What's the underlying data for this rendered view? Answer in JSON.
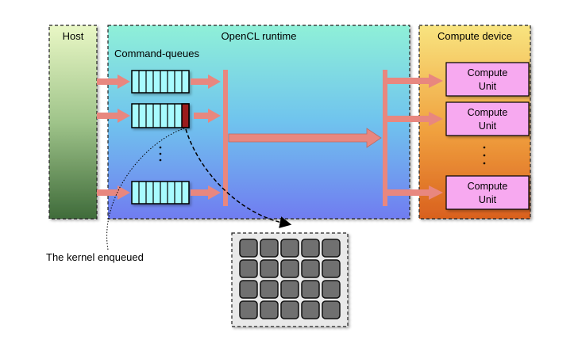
{
  "host": {
    "title": "Host"
  },
  "runtime": {
    "title": "OpenCL runtime",
    "queues_label": "Command-queues"
  },
  "device": {
    "title": "Compute device",
    "units": [
      {
        "line1": "Compute",
        "line2": "Unit"
      },
      {
        "line1": "Compute",
        "line2": "Unit"
      },
      {
        "line1": "Compute",
        "line2": "Unit"
      }
    ]
  },
  "annotation": {
    "kernel_label": "The kernel enqueued"
  },
  "colors": {
    "arrow": "#e8877f",
    "queue_cell": "#a8fbff",
    "kernel_cell": "#9b1c1c",
    "compute_unit": "#f7a9f0",
    "grid_cell": "#707070"
  }
}
